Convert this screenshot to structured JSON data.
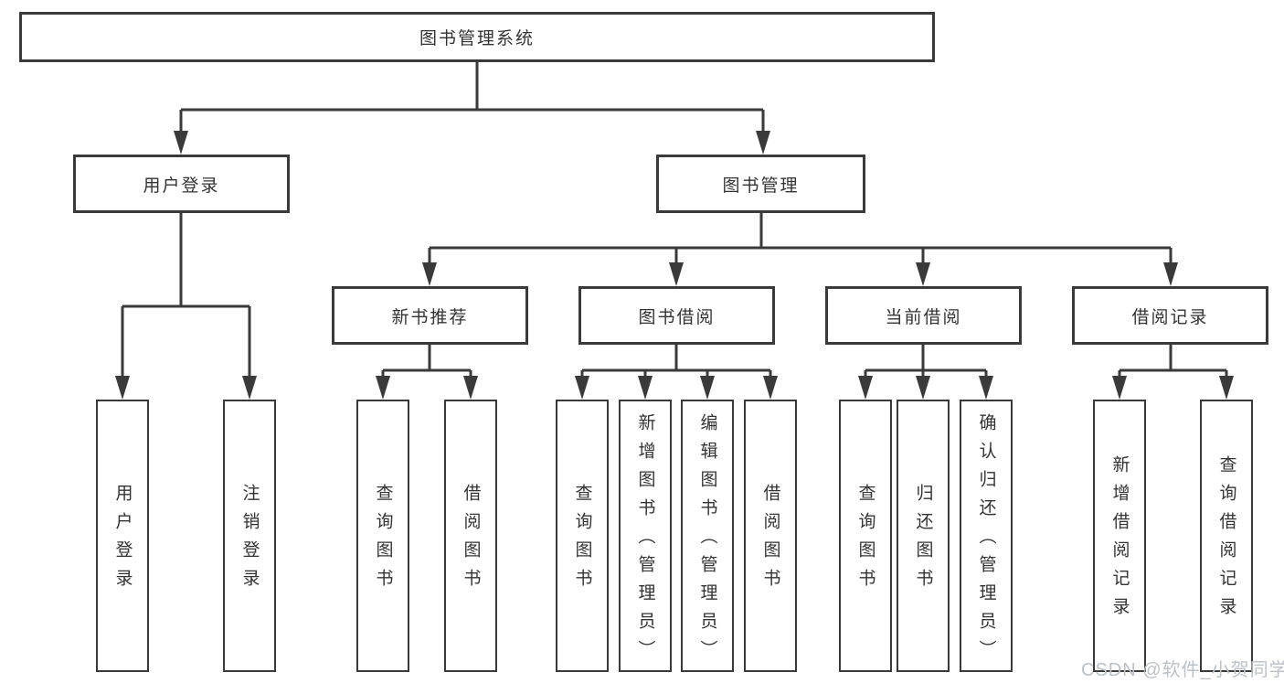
{
  "diagram": {
    "root": {
      "label": "图书管理系统"
    },
    "level2": [
      {
        "label": "用户登录"
      },
      {
        "label": "图书管理"
      }
    ],
    "level3": [
      {
        "label": "新书推荐"
      },
      {
        "label": "图书借阅"
      },
      {
        "label": "当前借阅"
      },
      {
        "label": "借阅记录"
      }
    ],
    "leaves": {
      "user_login": [
        "用户登录",
        "注销登录"
      ],
      "new_book": [
        "查询图书",
        "借阅图书"
      ],
      "book_borrow": [
        "查询图书",
        "新增图书（管理员）",
        "编辑图书（管理员）",
        "借阅图书"
      ],
      "current_borrow": [
        "查询图书",
        "归还图书",
        "确认归还（管理员）"
      ],
      "borrow_record": [
        "新增借阅记录",
        "查询借阅记录"
      ]
    },
    "watermark": "CSDN @软件_小贺同学",
    "colors": {
      "line": "#3a3a3a",
      "text": "#333333",
      "box_bg": "#ffffff",
      "watermark": "#bcc1c8"
    }
  }
}
